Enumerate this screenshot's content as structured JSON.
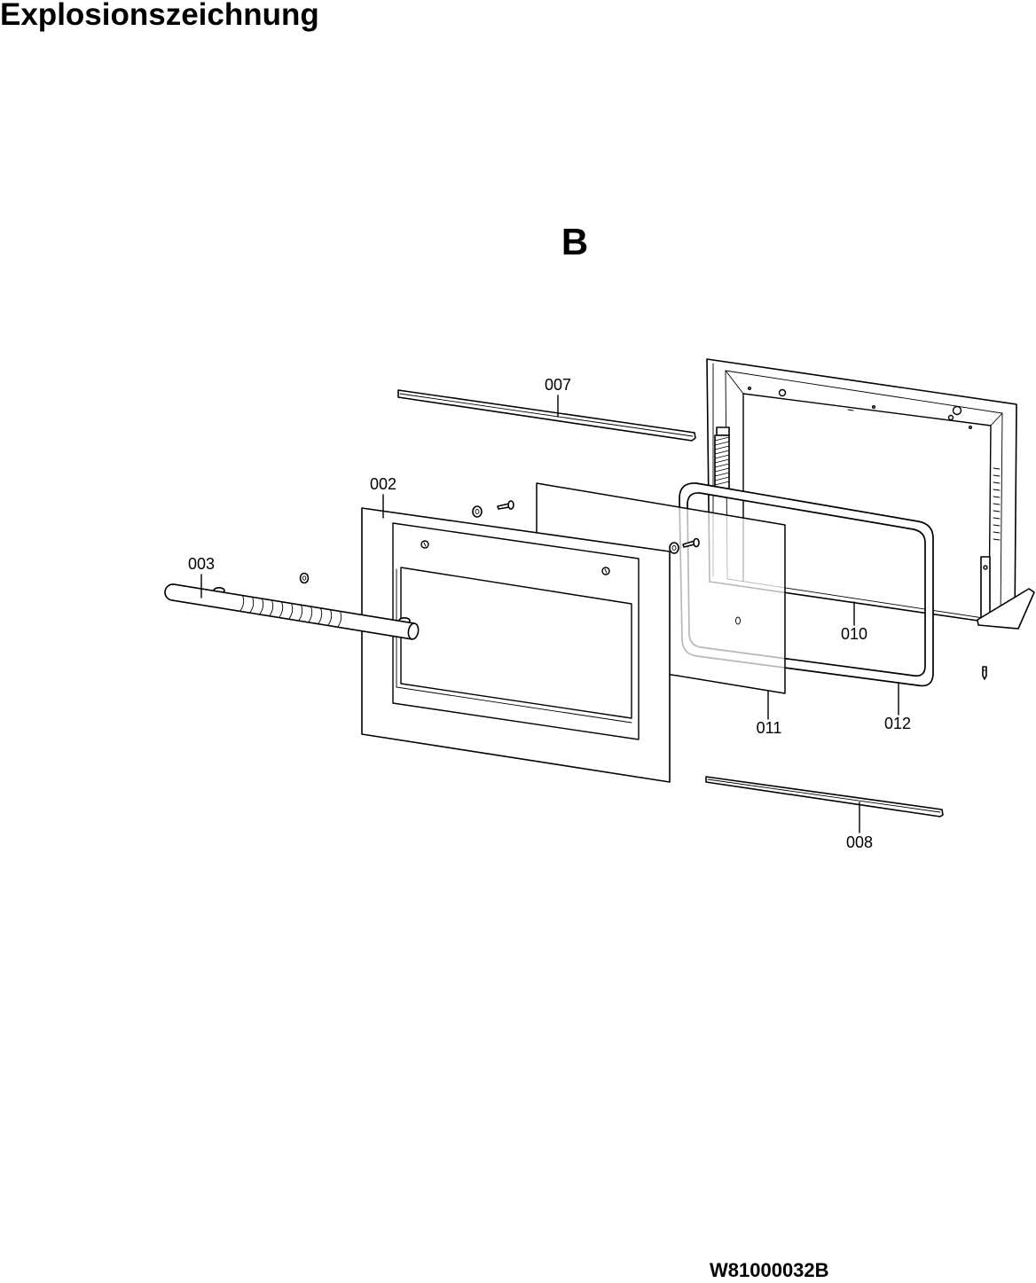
{
  "title": "Explosionszeichnung",
  "section": "B",
  "callouts": [
    "007",
    "002",
    "003",
    "010",
    "011",
    "012",
    "008"
  ],
  "drawing_number": "W81000032B",
  "colors": {
    "line": "#000000",
    "background": "#ffffff"
  }
}
